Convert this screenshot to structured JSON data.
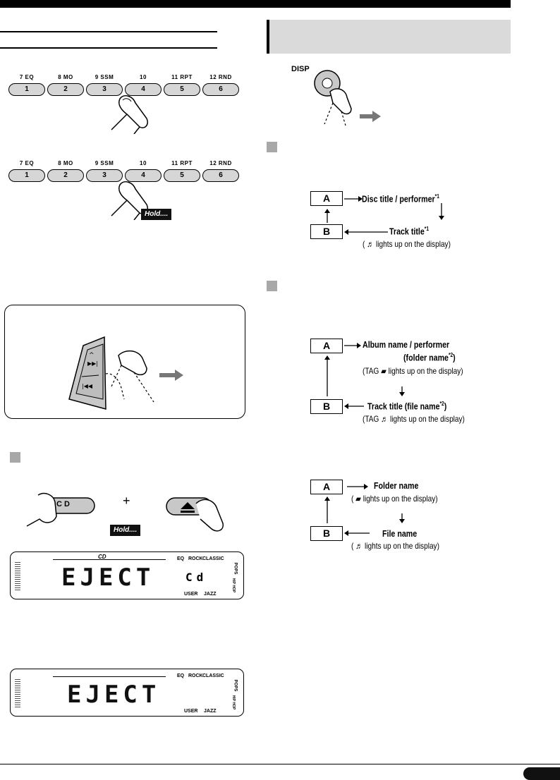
{
  "presets": [
    {
      "top": "7  EQ",
      "num": "1"
    },
    {
      "top": "8  MO",
      "num": "2"
    },
    {
      "top": "9  SSM",
      "num": "3"
    },
    {
      "top": "10",
      "num": "4"
    },
    {
      "top": "11  RPT",
      "num": "5"
    },
    {
      "top": "12  RND",
      "num": "6"
    }
  ],
  "hold_label": "Hold....",
  "disp_label": "DISP",
  "cd_button_label": "C D",
  "plus": "+",
  "flow_cd": {
    "a": "A",
    "b": "B",
    "line1": "Disc title / performer",
    "line1_note": "*1",
    "line2": "Track title",
    "line2_note": "*1",
    "sub2": "( ♬ lights up on the display)"
  },
  "flow_mp3_tag": {
    "a": "A",
    "b": "B",
    "line1": "Album name / performer",
    "line1b": "(folder name",
    "line1b_note": "*2",
    "line1b_close": ")",
    "sub1": "(TAG ▰ lights up on the display)",
    "line2": "Track title (file name",
    "line2_note": "*2",
    "line2_close": ")",
    "sub2": "(TAG ♬ lights up on the display)"
  },
  "flow_mp3": {
    "a": "A",
    "b": "B",
    "line1": "Folder name",
    "sub1": "( ▰  lights up on the display)",
    "line2": "File name",
    "sub2": "( ♬ lights up on the display)"
  },
  "lcd1": {
    "main": "EJECT",
    "side": "Cd",
    "cd_logo": "CD",
    "eq": "EQ",
    "rock": "ROCK",
    "classic": "CLASSIC",
    "pops": "POPS",
    "user": "USER",
    "jazz": "JAZZ",
    "hiphop": "HIP HOP"
  },
  "lcd2": {
    "main": "EJECT",
    "eq": "EQ",
    "rock": "ROCK",
    "classic": "CLASSIC",
    "pops": "POPS",
    "user": "USER",
    "jazz": "JAZZ",
    "hiphop": "HIP HOP"
  }
}
